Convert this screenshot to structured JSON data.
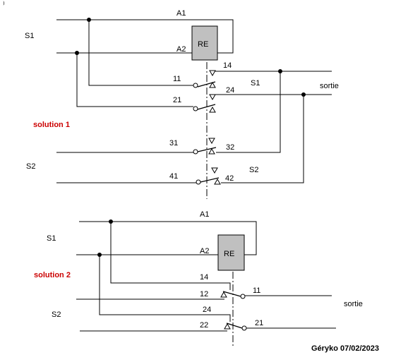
{
  "header": {
    "mark": "⁾"
  },
  "solution1": {
    "title": "solution 1",
    "s1_label": "S1",
    "s2_label": "S2",
    "coil_label": "RE",
    "a1": "A1",
    "a2": "A2",
    "c11": "11",
    "c14": "14",
    "c21": "21",
    "c24": "24",
    "c31": "31",
    "c32": "32",
    "c41": "41",
    "c42": "42",
    "s1_right": "S1",
    "s2_right": "S2",
    "sortie": "sortie"
  },
  "solution2": {
    "title": "solution 2",
    "s1_label": "S1",
    "s2_label": "S2",
    "coil_label": "RE",
    "a1": "A1",
    "a2": "A2",
    "c14": "14",
    "c12": "12",
    "c11": "11",
    "c24": "24",
    "c22": "22",
    "c21": "21",
    "sortie": "sortie"
  },
  "footer": {
    "signature": "Géryko 07/02/2023"
  }
}
